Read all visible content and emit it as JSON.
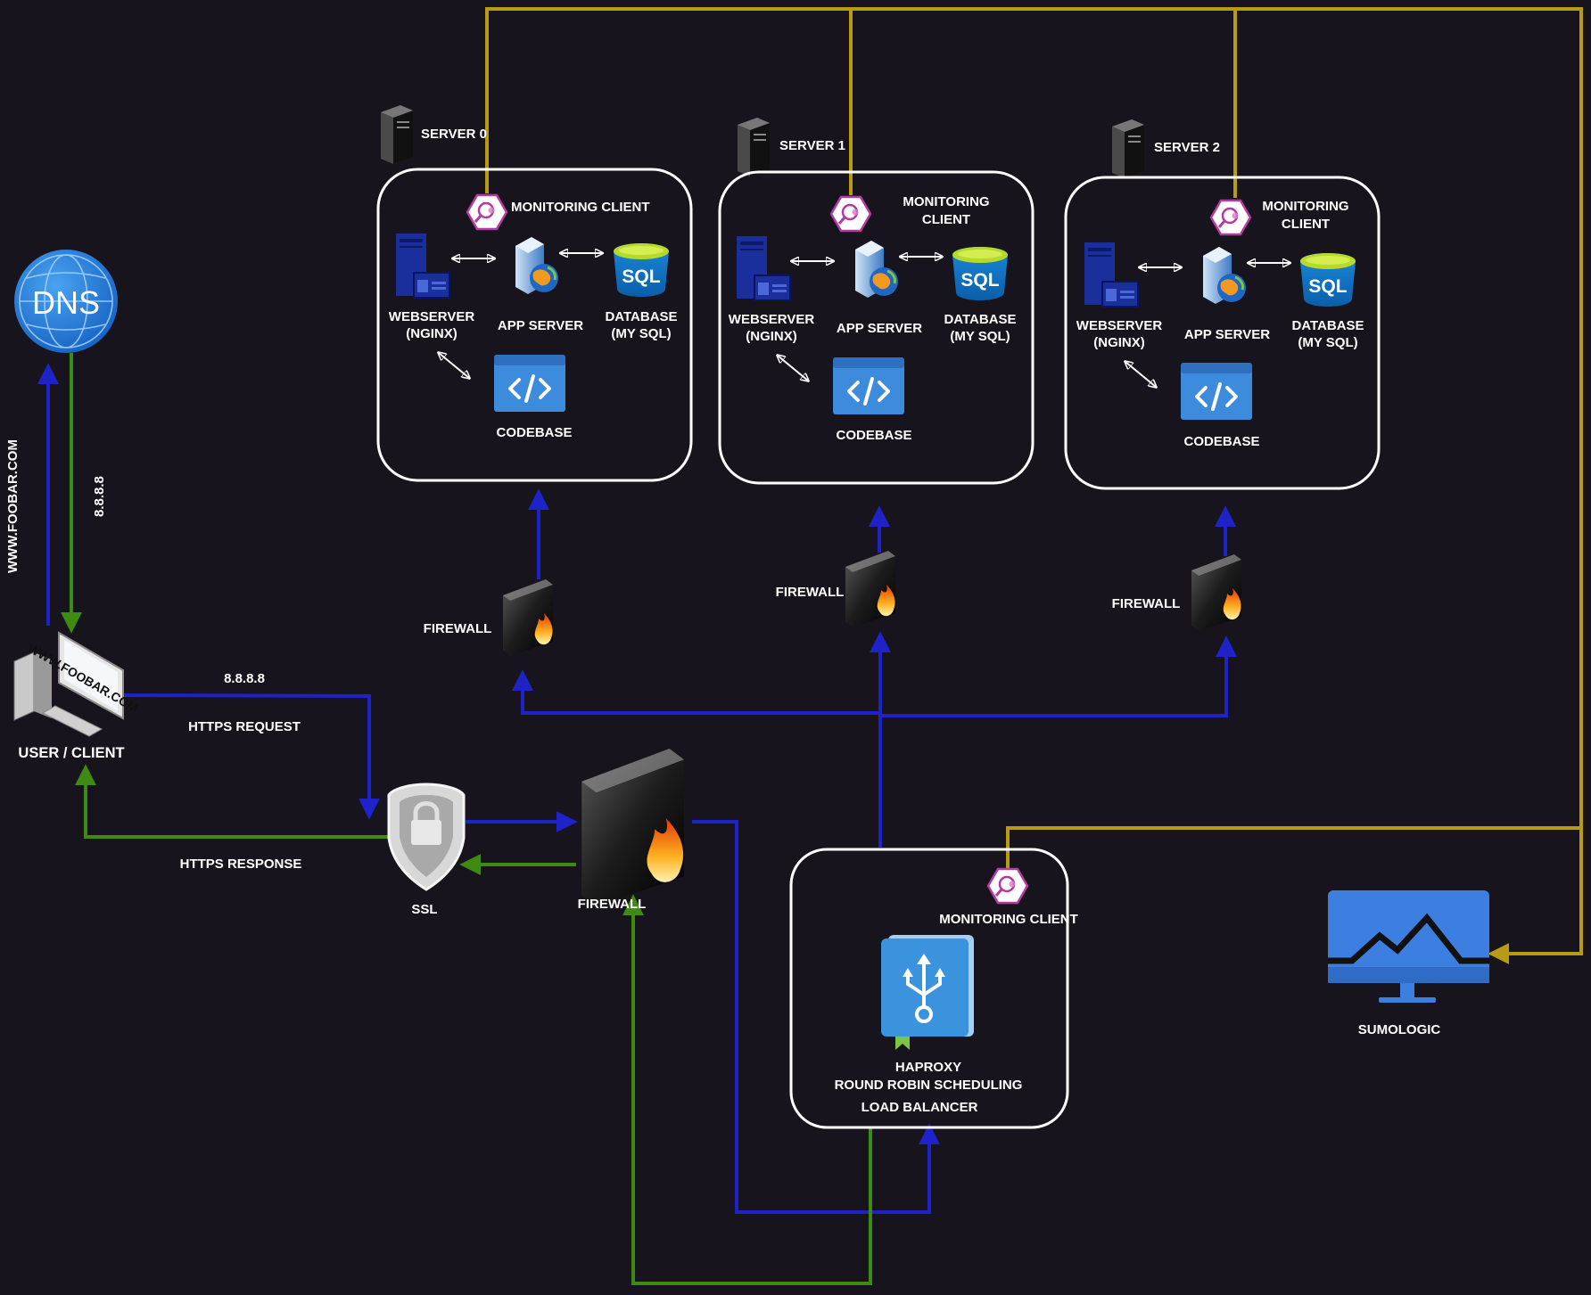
{
  "colors": {
    "background": "#18141d",
    "request": "#1d23c8",
    "response": "#3f8a12",
    "monitoring": "#b89b12",
    "box_border": "#ffffff",
    "monitor_icon": "#b23aa0",
    "azure_blue": "#3d8bdc",
    "sql_green": "#b7d92a"
  },
  "dns": {
    "label": "DNS",
    "ip_label": "8.8.8.8",
    "domain_label": "WWW.FOOBAR.COM"
  },
  "client": {
    "label": "USER / CLIENT",
    "screen_text": "WWW.FOOBAR.COM",
    "ip_label": "8.8.8.8"
  },
  "https": {
    "request_label": "HTTPS REQUEST",
    "response_label": "HTTPS  RESPONSE"
  },
  "ssl": {
    "label": "SSL"
  },
  "main_firewall": {
    "label": "FIREWALL"
  },
  "servers": [
    {
      "title": "SERVER 0",
      "monitoring_label": "MONITORING CLIENT",
      "webserver_label": "WEBSERVER",
      "webserver_sub": "(NGINX)",
      "app_label": "APP SERVER",
      "db_label": "DATABASE",
      "db_sub": "(MY SQL)",
      "db_icon_text": "SQL",
      "codebase_label": "CODEBASE",
      "firewall_label": "FIREWALL"
    },
    {
      "title": "SERVER 1",
      "monitoring_label": "MONITORING",
      "monitoring_sub": "CLIENT",
      "webserver_label": "WEBSERVER",
      "webserver_sub": "(NGINX)",
      "app_label": "APP SERVER",
      "db_label": "DATABASE",
      "db_sub": "(MY SQL)",
      "db_icon_text": "SQL",
      "codebase_label": "CODEBASE",
      "firewall_label": "FIREWALL"
    },
    {
      "title": "SERVER 2",
      "monitoring_label": "MONITORING",
      "monitoring_sub": "CLIENT",
      "webserver_label": "WEBSERVER",
      "webserver_sub": "(NGINX)",
      "app_label": "APP SERVER",
      "db_label": "DATABASE",
      "db_sub": "(MY SQL)",
      "db_icon_text": "SQL",
      "codebase_label": "CODEBASE",
      "firewall_label": "FIREWALL"
    }
  ],
  "load_balancer": {
    "monitoring_label": "MONITORING CLIENT",
    "line1": "HAPROXY",
    "line2": "ROUND ROBIN SCHEDULING",
    "line3": "LOAD BALANCER"
  },
  "sumologic": {
    "label": "SUMOLOGIC"
  }
}
